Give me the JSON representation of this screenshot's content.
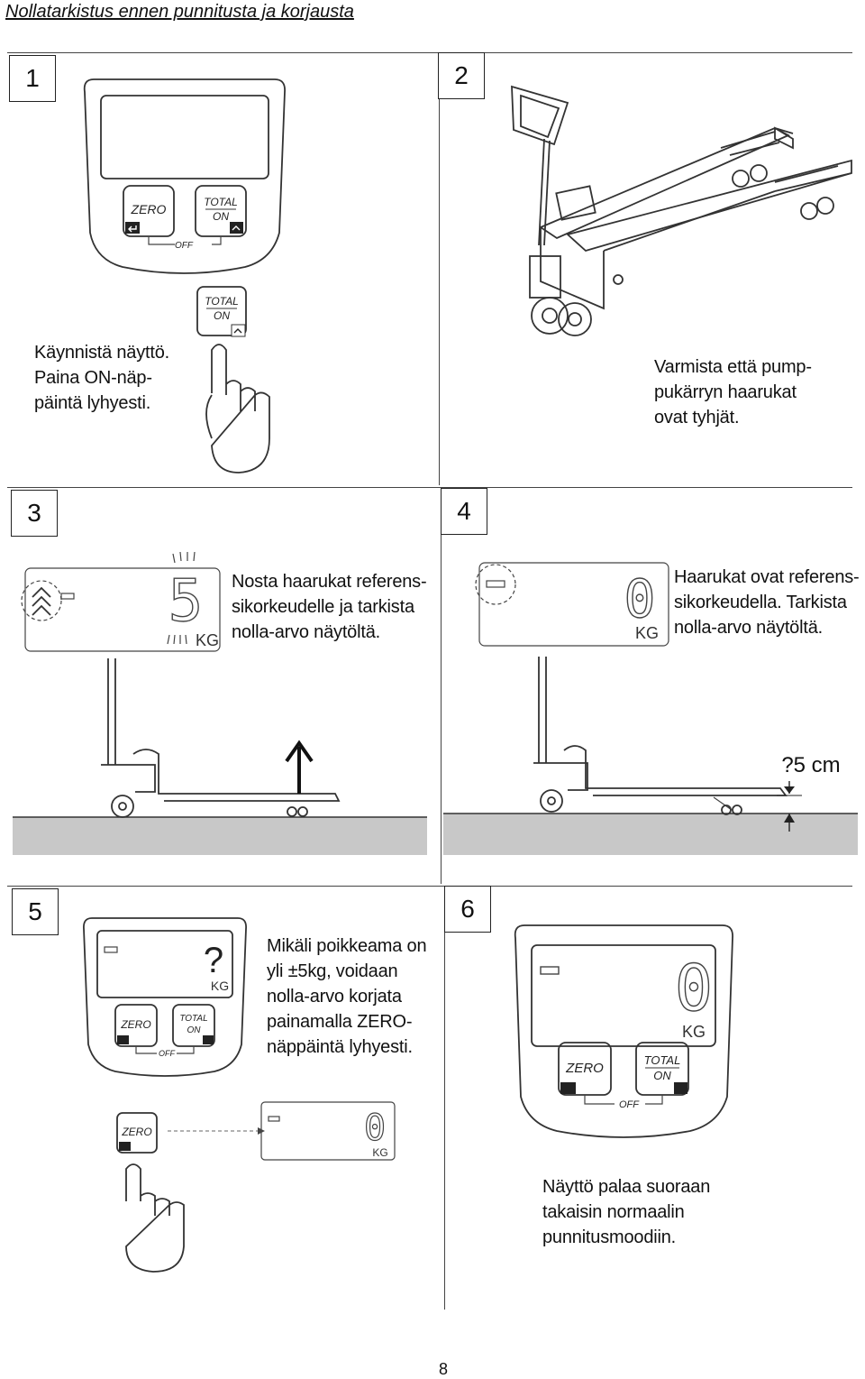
{
  "title": "Nollatarkistus ennen punnitusta ja korjausta",
  "page_number": "8",
  "steps": [
    {
      "number": "1",
      "caption": "Käynnistä näyttö.\nPaina ON-näp-\npäintä lyhyesti."
    },
    {
      "number": "2",
      "caption": "Varmista että pump-\npukärryn haarukat\novat tyhjät."
    },
    {
      "number": "3",
      "caption": "Nosta haarukat referens-\nsikorkeudelle ja tarkista\nnolla-arvo näytöltä."
    },
    {
      "number": "4",
      "caption": "Haarukat ovat referens-\nsikorkeudella. Tarkista\nnolla-arvo näytöltä."
    },
    {
      "number": "5",
      "caption": "Mikäli poikkeama on\nyli ±5kg, voidaan\nnolla-arvo korjata\npainamalla ZERO-\nnäppäintä lyhyesti."
    },
    {
      "number": "6",
      "caption": "Näyttö palaa suoraan\ntakaisin normaalin\npunnitusmoodiin."
    }
  ],
  "device": {
    "zero_label": "ZERO",
    "total_label": "TOTAL",
    "on_label": "ON",
    "off_label": "OFF",
    "unit_label": "KG"
  },
  "measurements": {
    "height_label": "?5 cm"
  },
  "displays": {
    "step3_digit": "5",
    "step4_digit": "0",
    "step5_symbol": "?",
    "step5_result_digit": "0",
    "step6_digit": "0"
  }
}
